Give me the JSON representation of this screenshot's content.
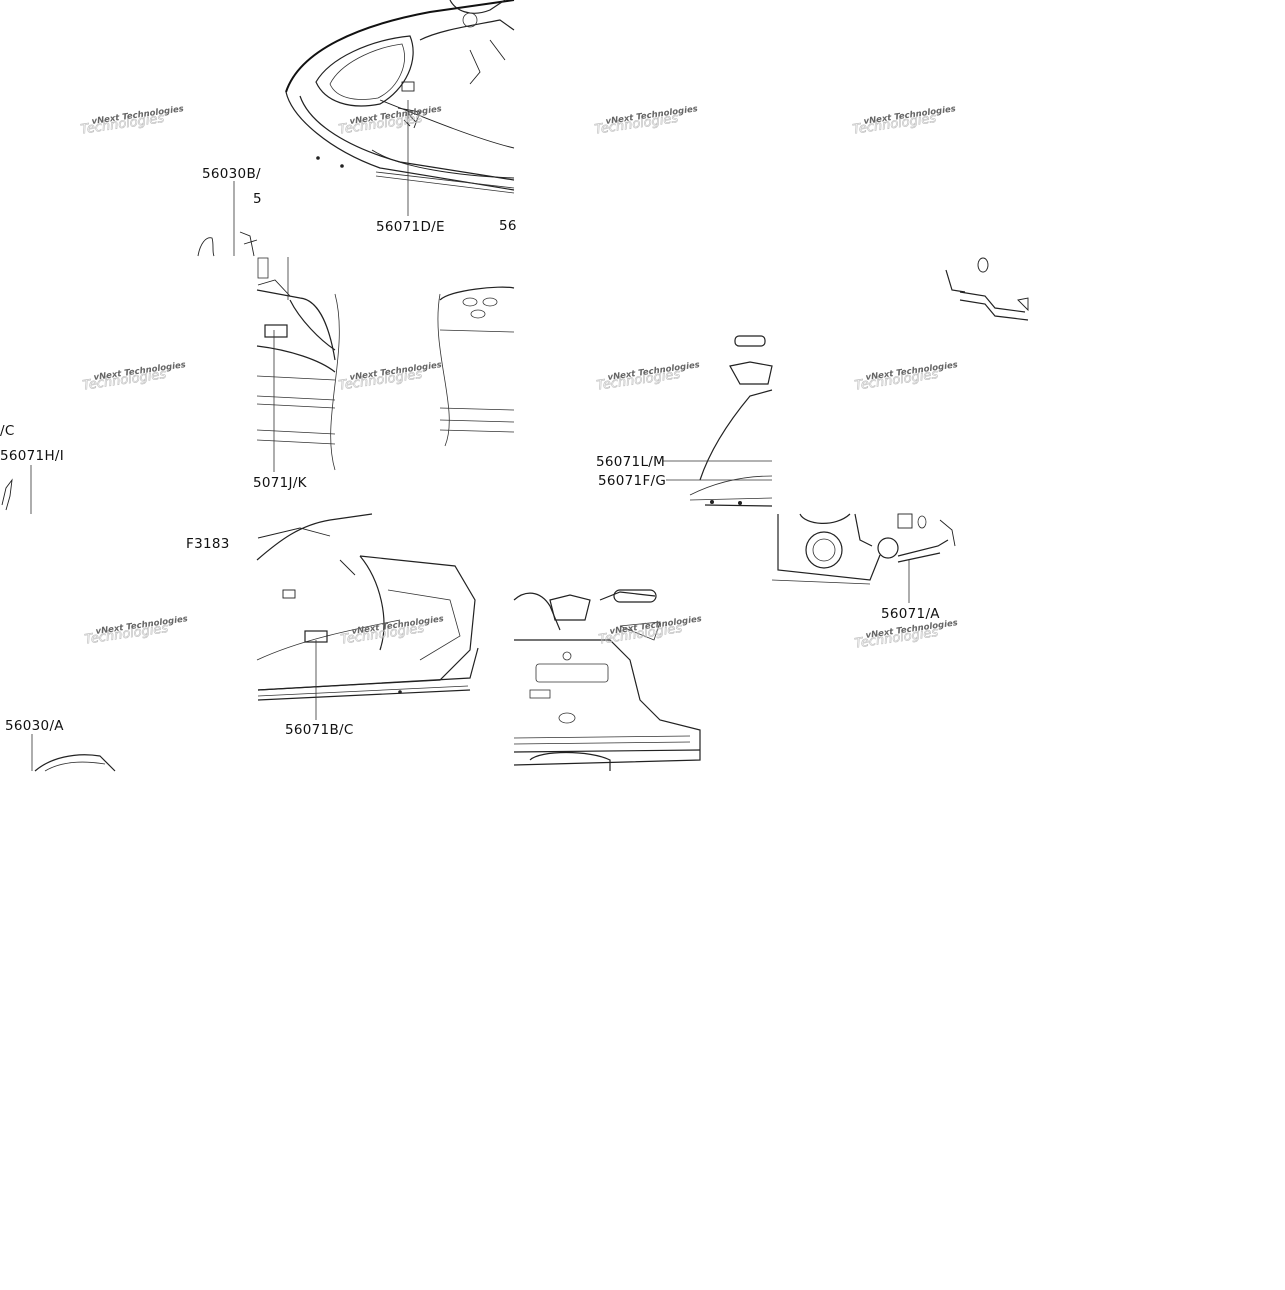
{
  "figure_code": "F3183",
  "callouts": {
    "label_56030B": "56030B/",
    "label_56071DE": "56071D/E",
    "label_56_top": "56",
    "label_5_tail": "5",
    "label_C_left": "/C",
    "label_56071H": "56071H/I",
    "label_56071JK": "5071J/K",
    "label_56071LM": "56071L/M",
    "label_56071FG": "56071F/G",
    "label_56071BC": "56071B/C",
    "label_56071A": "56071/A",
    "label_56030A": "56030/A"
  },
  "watermarks": [
    {
      "line1": "vNext Technologies",
      "line2": "Technologies"
    },
    {
      "line1": "vNext Technologies",
      "line2": "Technologies"
    },
    {
      "line1": "vNext Technologies",
      "line2": "Technologies"
    },
    {
      "line1": "vNext Technologies",
      "line2": "Technologies"
    },
    {
      "line1": "vNext Technologies",
      "line2": "Technologies"
    },
    {
      "line1": "vNext Technologies",
      "line2": "Technologies"
    },
    {
      "line1": "vNext Technologies",
      "line2": "Technologies"
    },
    {
      "line1": "vNext Technologies",
      "line2": "Technologies"
    },
    {
      "line1": "vNext Technologies",
      "line2": "Technologies"
    },
    {
      "line1": "vNext Technologies",
      "line2": "Technologies"
    },
    {
      "line1": "vNext Technologies",
      "line2": "Technologies"
    },
    {
      "line1": "vNext Technologies",
      "line2": "Technologies"
    }
  ]
}
